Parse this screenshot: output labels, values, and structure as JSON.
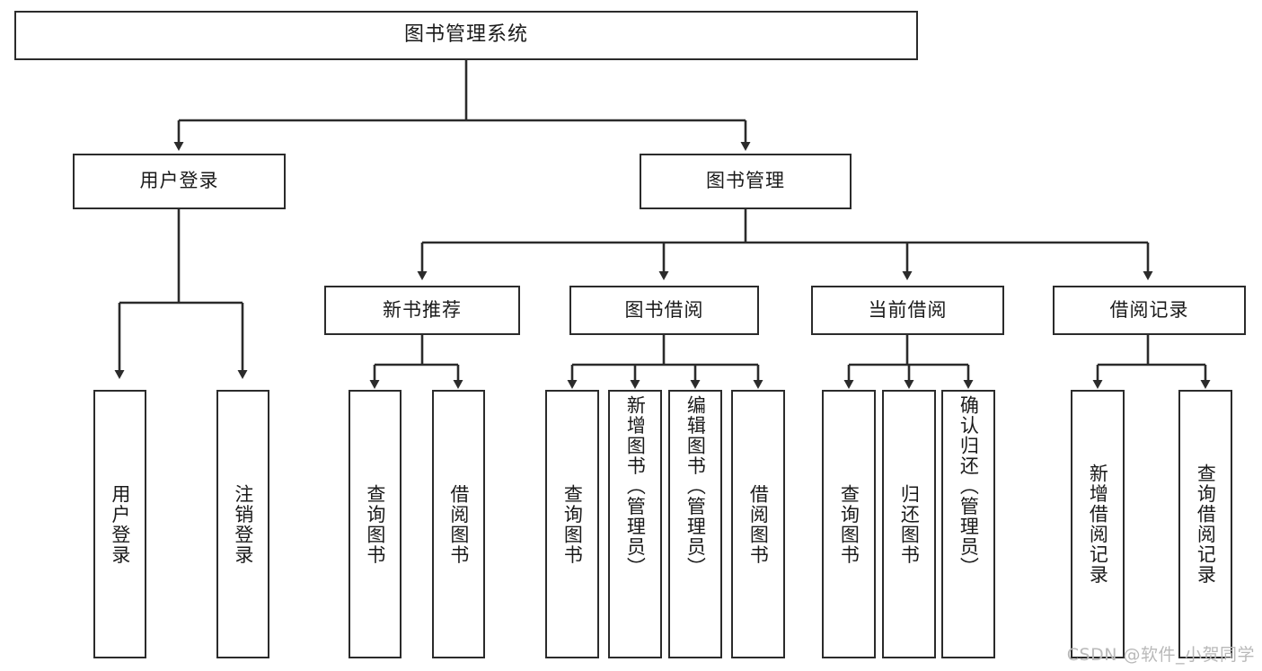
{
  "diagram": {
    "type": "tree-hierarchy",
    "title": "图书管理系统",
    "root": {
      "id": "root",
      "label": "图书管理系统"
    },
    "level2": [
      {
        "id": "user-login",
        "label": "用户登录"
      },
      {
        "id": "book-manage",
        "label": "图书管理"
      }
    ],
    "level3": [
      {
        "id": "new-book-recommend",
        "label": "新书推荐",
        "parent": "book-manage"
      },
      {
        "id": "book-borrow",
        "label": "图书借阅",
        "parent": "book-manage"
      },
      {
        "id": "current-borrow",
        "label": "当前借阅",
        "parent": "book-manage"
      },
      {
        "id": "borrow-record",
        "label": "借阅记录",
        "parent": "book-manage"
      }
    ],
    "leaves": [
      {
        "id": "leaf-user-login",
        "label": "用户登录",
        "parent": "user-login"
      },
      {
        "id": "leaf-logout-login",
        "label": "注销登录",
        "parent": "user-login"
      },
      {
        "id": "leaf-query-book-1",
        "label": "查询图书",
        "parent": "new-book-recommend"
      },
      {
        "id": "leaf-borrow-book-1",
        "label": "借阅图书",
        "parent": "new-book-recommend"
      },
      {
        "id": "leaf-query-book-2",
        "label": "查询图书",
        "parent": "book-borrow"
      },
      {
        "id": "leaf-add-book",
        "label": "新增图书（管理员）",
        "parent": "book-borrow"
      },
      {
        "id": "leaf-edit-book",
        "label": "编辑图书（管理员）",
        "parent": "book-borrow"
      },
      {
        "id": "leaf-borrow-book-2",
        "label": "借阅图书",
        "parent": "book-borrow"
      },
      {
        "id": "leaf-query-book-3",
        "label": "查询图书",
        "parent": "current-borrow"
      },
      {
        "id": "leaf-return-book",
        "label": "归还图书",
        "parent": "current-borrow"
      },
      {
        "id": "leaf-confirm-return",
        "label": "确认归还（管理员）",
        "parent": "current-borrow"
      },
      {
        "id": "leaf-add-record",
        "label": "新增借阅记录",
        "parent": "borrow-record"
      },
      {
        "id": "leaf-query-record",
        "label": "查询借阅记录",
        "parent": "borrow-record"
      }
    ],
    "colors": {
      "stroke": "#2b2b2b",
      "fill": "#ffffff",
      "text": "#1a1a1a",
      "watermark": "#b9b9b9"
    }
  },
  "watermark": {
    "text": "CSDN @软件_小贺同学"
  }
}
